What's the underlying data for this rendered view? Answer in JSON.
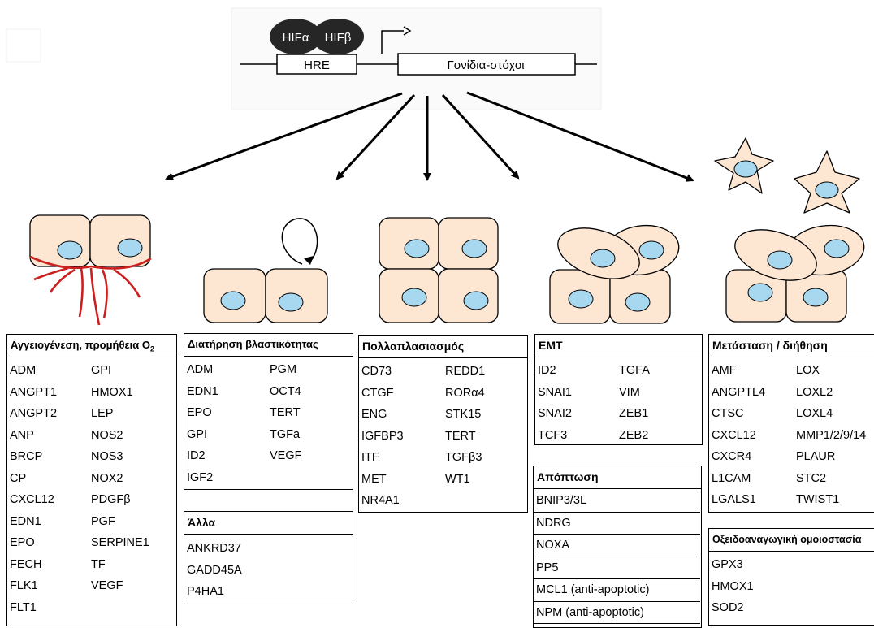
{
  "promoter": {
    "hif_alpha": "HIFα",
    "hif_beta": "HIFβ",
    "hre": "HRE",
    "target_genes": "Γονίδια-στόχοι"
  },
  "colors": {
    "cell_fill": "#fde6d2",
    "nucleus_fill": "#a8d8f0",
    "vessel": "#cc1f1f",
    "hif_oval": "#262626"
  },
  "boxes": [
    {
      "id": "angiogenesis",
      "title": "Αγγειογένεση, προμήθεια O",
      "title_sub": "2",
      "ruled": false,
      "col1": [
        "ADM",
        "ANGPT1",
        "ANGPT2",
        "ANP",
        "BRCP",
        "CP",
        "CXCL12",
        "EDN1",
        "EPO",
        "FECH",
        "FLK1",
        "FLT1"
      ],
      "col2": [
        "GPI",
        "HMOX1",
        "LEP",
        "NOS2",
        "NOS3",
        "NOX2",
        "PDGFβ",
        "PGF",
        "SERPINE1",
        "TF",
        "VEGF",
        ""
      ]
    },
    {
      "id": "stemness",
      "title": "Διατήρηση βλαστικότητας",
      "ruled": false,
      "col1": [
        "ADM",
        "EDN1",
        "EPO",
        "GPI",
        "ID2",
        "IGF2"
      ],
      "col2": [
        "PGM",
        "OCT4",
        "TERT",
        "TGFa",
        "VEGF",
        ""
      ]
    },
    {
      "id": "other",
      "title": "Άλλα",
      "ruled": false,
      "col1": [
        "ANKRD37",
        "GADD45A",
        "P4HA1"
      ],
      "col2": []
    },
    {
      "id": "proliferation",
      "title": "Πολλαπλασιασμός",
      "ruled": false,
      "col1": [
        "CD73",
        "CTGF",
        "ENG",
        "IGFBP3",
        "ITF",
        "MET",
        "NR4A1"
      ],
      "col2": [
        "REDD1",
        "RORα4",
        "STK15",
        "TERT",
        "TGFβ3",
        "WT1",
        ""
      ]
    },
    {
      "id": "emt",
      "title": "EMT",
      "ruled": false,
      "col1": [
        "ID2",
        "SNAI1",
        "SNAI2",
        "TCF3"
      ],
      "col2": [
        "TGFA",
        "VIM",
        "ZEB1",
        "ZEB2"
      ]
    },
    {
      "id": "apoptosis",
      "title": "Απόπτωση",
      "ruled": true,
      "col1": [
        "BNIP3/3L",
        "NDRG",
        "NOXA",
        "PP5",
        "MCL1 (anti-apoptotic)",
        "NPM (anti-apoptotic)"
      ],
      "col2": []
    },
    {
      "id": "metastasis",
      "title": "Μετάσταση / διήθηση",
      "ruled": false,
      "col1": [
        "AMF",
        "ANGPTL4",
        "CTSC",
        "CXCL12",
        "CXCR4",
        "L1CAM",
        "LGALS1"
      ],
      "col2": [
        "LOX",
        "LOXL2",
        "LOXL4",
        "MMP1/2/9/14",
        "PLAUR",
        "STC2",
        "TWIST1"
      ]
    },
    {
      "id": "redox",
      "title": "Οξειδοαναγωγική ομοιοστασία",
      "ruled": false,
      "col1": [
        "GPX3",
        "HMOX1",
        "SOD2"
      ],
      "col2": []
    }
  ]
}
